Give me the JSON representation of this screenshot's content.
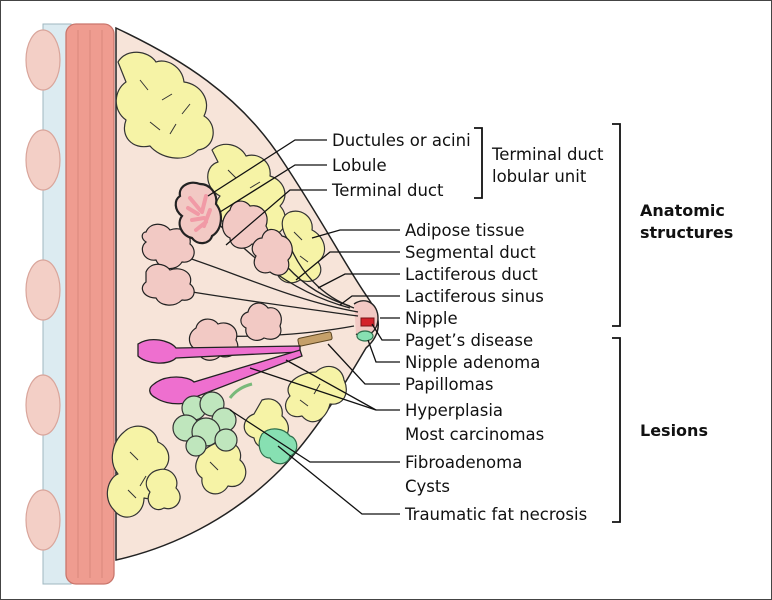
{
  "structure_labels": [
    "Ductules or acini",
    "Lobule",
    "Terminal duct",
    "Adipose tissue",
    "Segmental duct",
    "Lactiferous duct",
    "Lactiferous sinus",
    "Nipple"
  ],
  "unit_label": [
    "Terminal duct",
    "lobular unit"
  ],
  "lesion_labels": [
    "Paget’s disease",
    "Nipple adenoma",
    "Papillomas",
    "Hyperplasia",
    "Most carcinomas",
    "Fibroadenoma",
    "Cysts",
    "Traumatic fat necrosis"
  ],
  "groups": {
    "anatomic": [
      "Anatomic",
      "structures"
    ],
    "lesions": "Lesions"
  },
  "colors": {
    "skin": "#f7e4d9",
    "fat": "#f6f3a6",
    "muscle": "#ef9c90",
    "chest": "#f3cfc6",
    "lobule": "#f2c9c4",
    "lobule_inner": "#f19aa6",
    "magenta": "#ee6fcf",
    "green": "#bfe6bd",
    "teal": "#87e0b2",
    "paget": "#d4222b",
    "outline": "#222222"
  }
}
